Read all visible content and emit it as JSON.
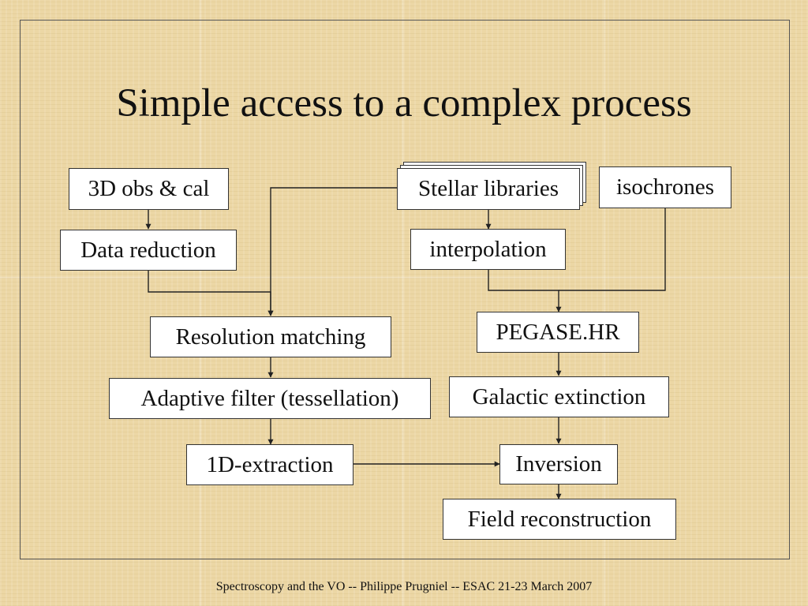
{
  "slide": {
    "title": "Simple access to a complex process",
    "footer": "Spectroscopy and the VO  -- Philippe Prugniel -- ESAC 21-23 March 2007"
  },
  "nodes": {
    "obs_cal": "3D obs & cal",
    "data_reduction": "Data reduction",
    "resolution_matching": "Resolution matching",
    "adaptive_filter": "Adaptive filter (tessellation)",
    "extraction": "1D-extraction",
    "stellar_libraries": "Stellar libraries",
    "isochrones": "isochrones",
    "interpolation": "interpolation",
    "pegase": "PEGASE.HR",
    "galactic_extinction": "Galactic extinction",
    "inversion": "Inversion",
    "field_reconstruction": "Field reconstruction"
  },
  "colors": {
    "background": "#ecd7a5",
    "box_fill": "#ffffff",
    "line": "#222222"
  }
}
